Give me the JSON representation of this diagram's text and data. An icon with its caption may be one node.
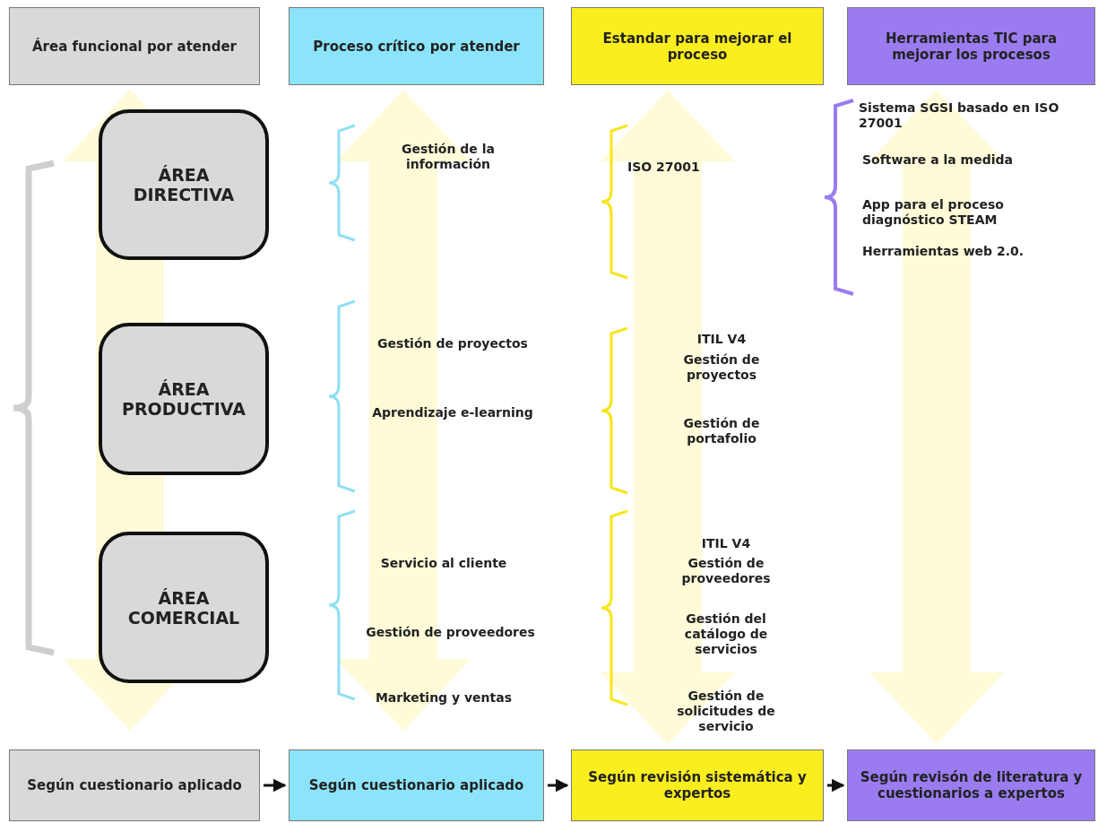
{
  "diagram": {
    "nodes": [
      {
        "text": [
          "Área funcional por atender"
        ]
      },
      {
        "text": [
          "Proceso crítico por atender"
        ]
      },
      {
        "text": [
          "Estandar para mejorar el proceso"
        ]
      },
      {
        "text": [
          "Herramientas TIC para mejorar los procesos"
        ]
      },
      {
        "text": [
          "ÁREA DIRECTIVA"
        ]
      },
      {
        "text": [
          "ÁREA PRODUCTIVA"
        ]
      },
      {
        "text": [
          "ÁREA COMERCIAL"
        ]
      },
      {
        "text": [
          "Según cuestionario aplicado"
        ]
      },
      {
        "text": [
          "Según cuestionario aplicado"
        ]
      },
      {
        "text": [
          "Según revisión sistemática y expertos"
        ]
      },
      {
        "text": [
          "Según revisón de literatura y cuestionarios a expertos"
        ]
      }
    ],
    "edges": [
      {
        "from": 7,
        "to": 8,
        "arrow": "to"
      },
      {
        "from": 8,
        "to": 9,
        "arrow": "to"
      },
      {
        "from": 9,
        "to": 10,
        "arrow": "to"
      }
    ],
    "labels": [
      "Sistema SGSI basado en ISO 27001",
      "Gestión de la información",
      "ISO 27001",
      "Software a la medida",
      "App para el proceso diagnóstico STEAM",
      "Herramientas web 2.0.",
      "ITIL V4",
      "Gestión de proyectos",
      "Gestión de proyectos",
      "Aprendizaje e-learning",
      "Gestión de portafolio",
      "ITIL V4",
      "Servicio al cliente",
      "Gestión de proveedores",
      "Gestión del catálogo de servicios",
      "Gestión de proveedores",
      "Marketing y ventas",
      "Gestión de solicitudes de servicio"
    ]
  }
}
